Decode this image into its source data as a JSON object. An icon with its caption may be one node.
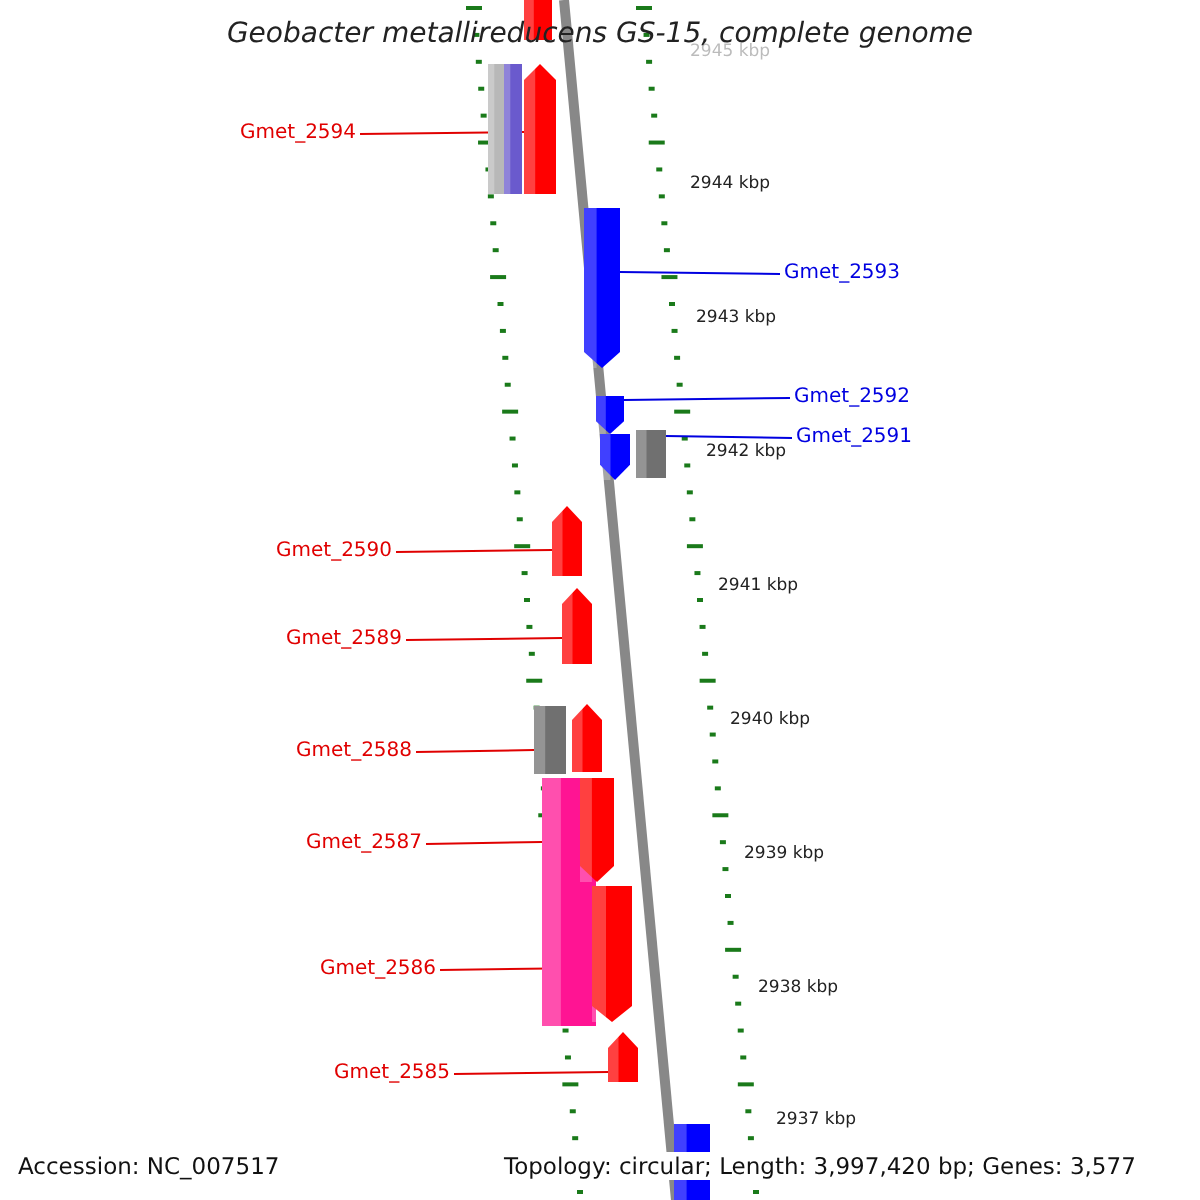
{
  "diagram": {
    "title": "Geobacter metallireducens GS-15, complete genome",
    "nodes": [
      {
        "text": [
          "Gmet_2594"
        ]
      },
      {
        "text": [
          "Gmet_2593"
        ]
      },
      {
        "text": [
          "Gmet_2592"
        ]
      },
      {
        "text": [
          "Gmet_2591"
        ]
      },
      {
        "text": [
          "Gmet_2590"
        ]
      },
      {
        "text": [
          "Gmet_2589"
        ]
      },
      {
        "text": [
          "Gmet_2588"
        ]
      },
      {
        "text": [
          "Gmet_2587"
        ]
      },
      {
        "text": [
          "Gmet_2586"
        ]
      },
      {
        "text": [
          "Gmet_2585"
        ]
      },
      {
        "text": [],
        "shape": "arrow"
      },
      {
        "text": [],
        "shape": "bar"
      },
      {
        "text": [],
        "shape": "bar"
      },
      {
        "text": [],
        "shape": "arrow"
      },
      {
        "text": [],
        "shape": "arrow"
      },
      {
        "text": [],
        "shape": "arrow"
      },
      {
        "text": [],
        "shape": "arrow"
      },
      {
        "text": [],
        "shape": "bar"
      },
      {
        "text": [],
        "shape": "arrow"
      },
      {
        "text": [],
        "shape": "arrow"
      },
      {
        "text": [],
        "shape": "bar"
      },
      {
        "text": [],
        "shape": "arrow"
      },
      {
        "text": [],
        "shape": "bar"
      },
      {
        "text": [],
        "shape": "arrow"
      },
      {
        "text": [],
        "shape": "arrow"
      },
      {
        "text": [],
        "shape": "arrow"
      },
      {
        "text": [],
        "shape": "bar"
      }
    ],
    "edges": [
      {
        "from": 0,
        "to": 13,
        "arrow": "none"
      },
      {
        "from": 1,
        "to": 14,
        "arrow": "none",
        "color": "#0000e0"
      },
      {
        "from": 2,
        "to": 15,
        "arrow": "none",
        "color": "#0000e0"
      },
      {
        "from": 3,
        "to": 17,
        "arrow": "none",
        "color": "#0000e0"
      },
      {
        "from": 4,
        "to": 18,
        "arrow": "none"
      },
      {
        "from": 5,
        "to": 19,
        "arrow": "none"
      },
      {
        "from": 6,
        "to": 20,
        "arrow": "none"
      },
      {
        "from": 7,
        "to": 22,
        "arrow": "none"
      },
      {
        "from": 8,
        "to": 24,
        "arrow": "none"
      },
      {
        "from": 9,
        "to": 25,
        "arrow": "none"
      }
    ],
    "labels": [
      "2945 kbp",
      "2944 kbp",
      "2943 kbp",
      "2942 kbp",
      "2941 kbp",
      "2940 kbp",
      "2939 kbp",
      "2938 kbp",
      "2937 kbp",
      "Accession: NC_007517",
      "Topology: circular; Length: 3,997,420 bp; Genes: 3,577"
    ]
  }
}
